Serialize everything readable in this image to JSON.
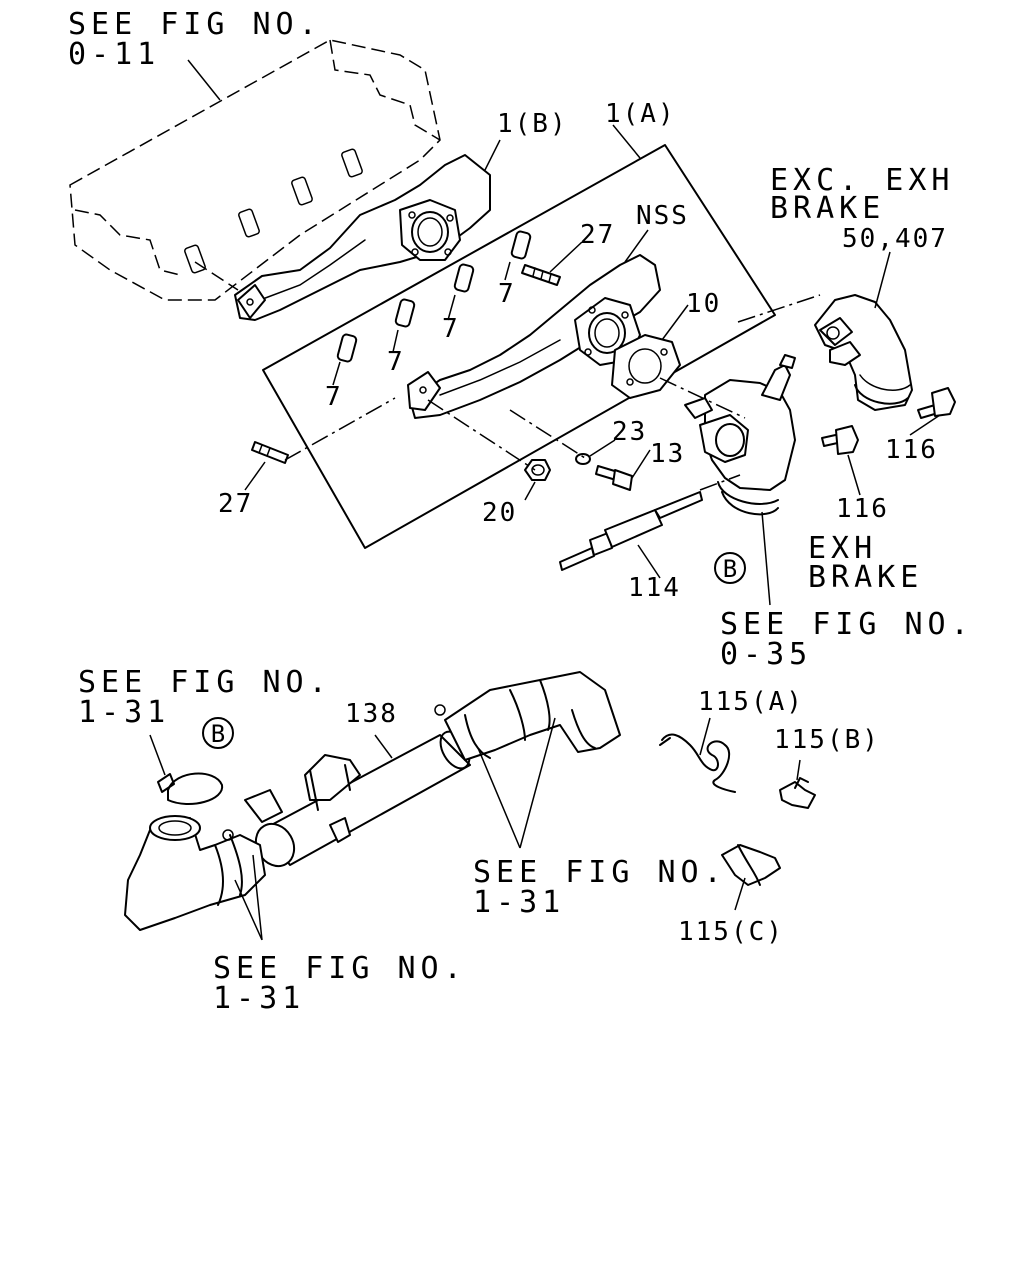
{
  "labels": {
    "see_fig_0_11_line1": "SEE FIG NO.",
    "see_fig_0_11_line2": "0-11",
    "part_1b": "1(B)",
    "part_1a": "1(A)",
    "exc_exh_line1": "EXC. EXH",
    "exc_exh_line2": "BRAKE",
    "part_50_407": "50,407",
    "nss": "NSS",
    "part_27_top": "27",
    "part_10": "10",
    "part_7_a": "7",
    "part_7_b": "7",
    "part_7_c": "7",
    "part_7_d": "7",
    "part_23": "23",
    "part_13": "13",
    "part_116_a": "116",
    "part_116_b": "116",
    "part_27_left": "27",
    "part_20": "20",
    "exh_line1": "EXH",
    "exh_line2": "BRAKE",
    "circle_b_top": "B",
    "part_114": "114",
    "see_fig_0_35_line1": "SEE FIG NO.",
    "see_fig_0_35_line2": "0-35",
    "see_fig_1_31_a_line1": "SEE FIG NO.",
    "see_fig_1_31_a_line2": "1-31",
    "part_138": "138",
    "part_115a": "115(A)",
    "part_115b": "115(B)",
    "circle_b_bottom": "B",
    "see_fig_1_31_b_line1": "SEE FIG NO.",
    "see_fig_1_31_b_line2": "1-31",
    "part_115c": "115(C)",
    "see_fig_1_31_c_line1": "SEE FIG NO.",
    "see_fig_1_31_c_line2": "1-31"
  }
}
